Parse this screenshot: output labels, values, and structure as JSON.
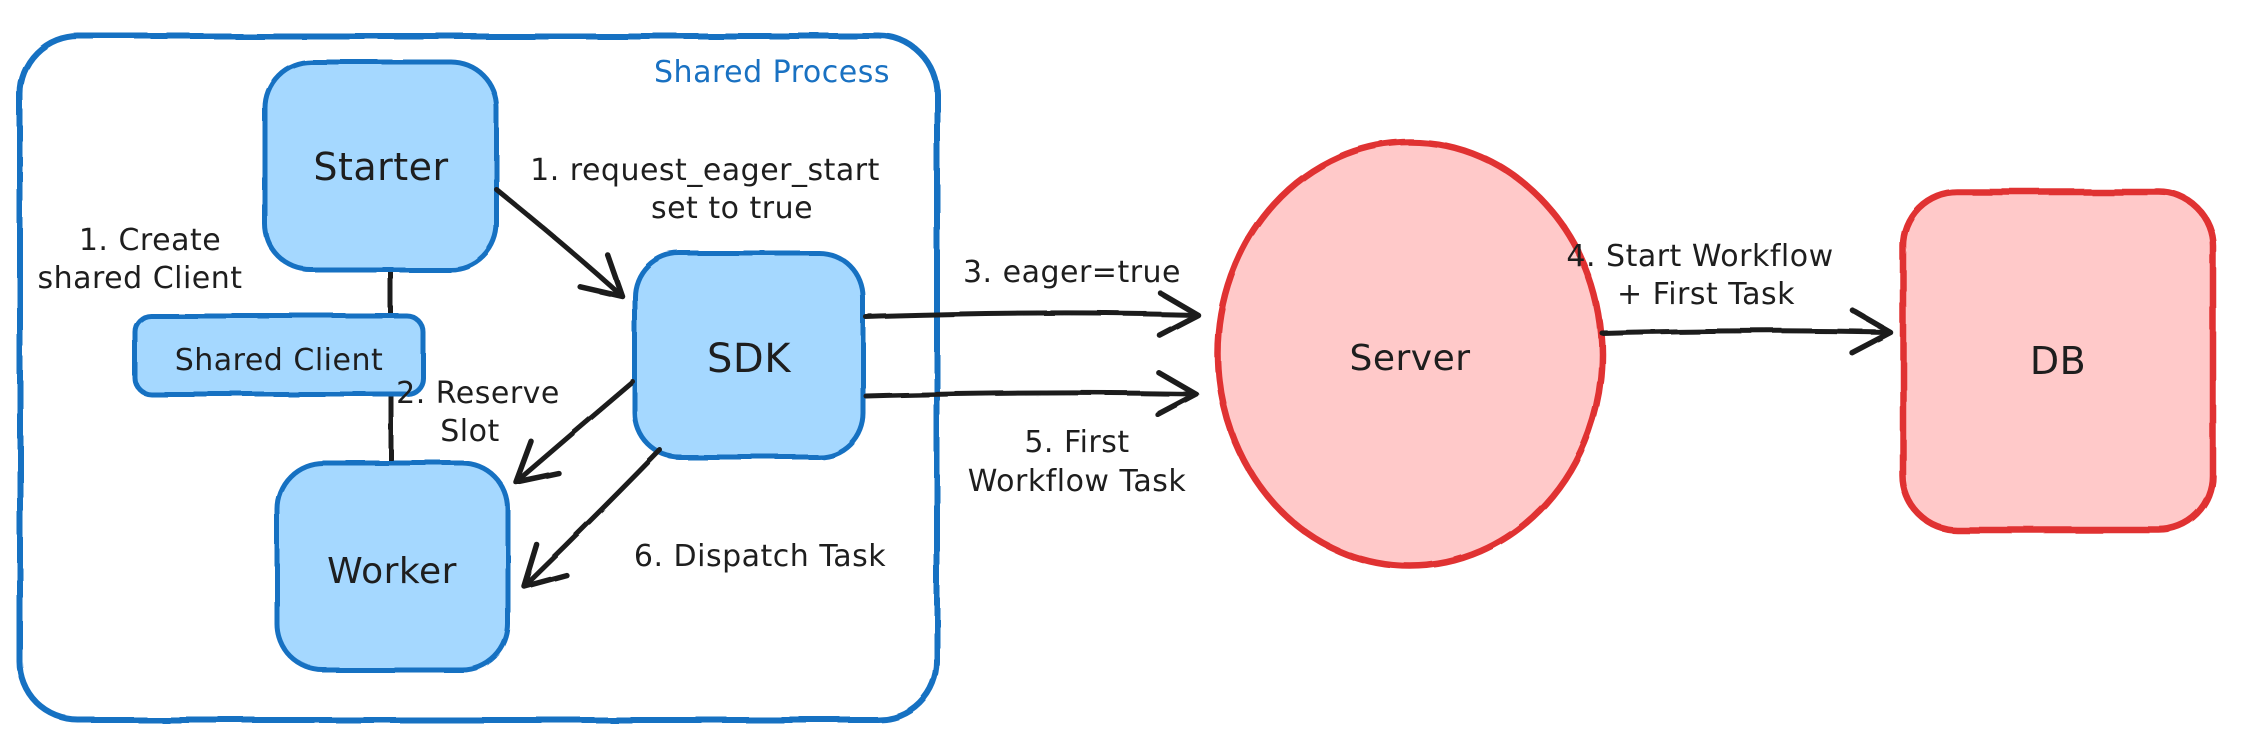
{
  "diagram": {
    "title": "Eager workflow start architecture diagram",
    "container": {
      "label": "Shared Process"
    },
    "nodes": {
      "starter": {
        "label": "Starter"
      },
      "shared_client": {
        "label": "Shared Client"
      },
      "worker": {
        "label": "Worker"
      },
      "sdk": {
        "label": "SDK"
      },
      "server": {
        "label": "Server"
      },
      "db": {
        "label": "DB"
      }
    },
    "annotations": {
      "create_shared_client": {
        "line1": "1. Create",
        "line2": "shared Client"
      },
      "request_eager_start": {
        "line1": "1. request_eager_start",
        "line2": "set to true"
      },
      "reserve_slot": {
        "line1": "2. Reserve",
        "line2": "Slot"
      },
      "eager_true": {
        "text": "3. eager=true"
      },
      "start_workflow": {
        "line1": "4. Start Workflow",
        "line2": "+ First Task"
      },
      "first_workflow_task": {
        "line1": "5. First",
        "line2": "Workflow Task"
      },
      "dispatch_task": {
        "text": "6. Dispatch Task"
      }
    },
    "colors": {
      "blue_stroke": "#1971c2",
      "blue_fill": "#a5d8ff",
      "red_stroke": "#e03131",
      "red_fill": "#ffc9c9",
      "ink": "#1e1e1e",
      "background": "#ffffff"
    }
  }
}
